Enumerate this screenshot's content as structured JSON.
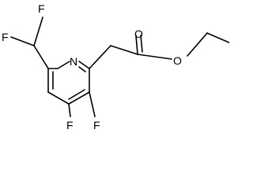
{
  "structure": {
    "atoms": {
      "f_chf2_top": "F",
      "f_chf2_left": "F",
      "ring_n": "N",
      "carbonyl_o": "O",
      "ester_o": "O",
      "ring_f4": "F",
      "ring_f3": "F"
    }
  },
  "colors": {
    "bond": "#000000",
    "label": "#000000",
    "background": "#ffffff"
  }
}
